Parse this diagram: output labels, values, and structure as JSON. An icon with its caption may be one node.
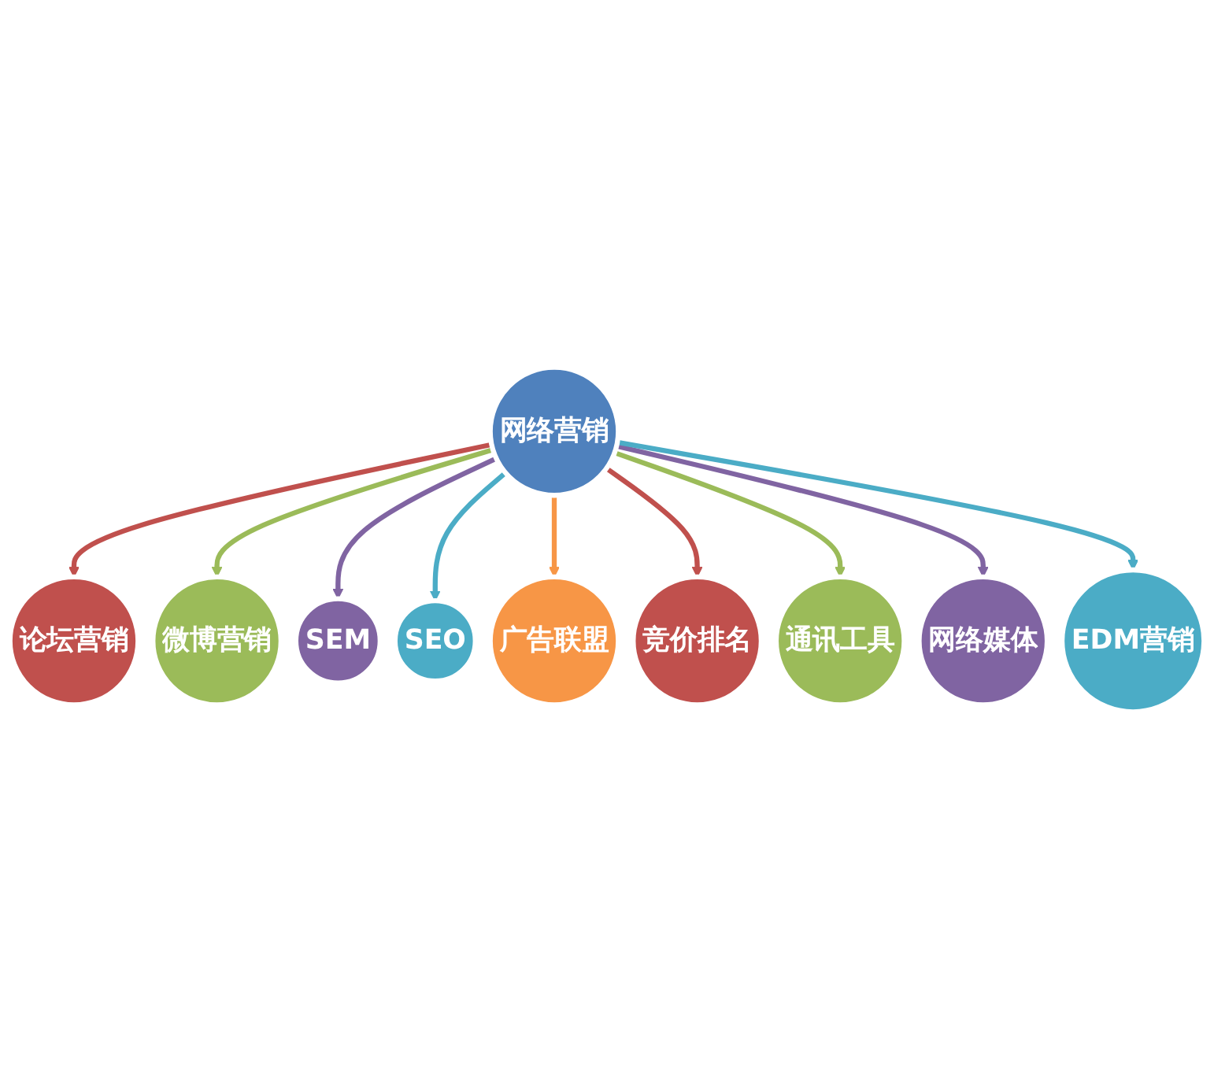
{
  "diagram": {
    "nodes": [
      {
        "text": [
          "论坛营销"
        ]
      },
      {
        "text": [
          "EDM营销"
        ]
      },
      {
        "text": [
          "微博营销"
        ]
      },
      {
        "text": [
          "网络媒体"
        ]
      },
      {
        "text": [
          "网络营销"
        ]
      },
      {
        "text": [
          "SEM"
        ]
      },
      {
        "text": [
          "通讯工具"
        ]
      },
      {
        "text": [
          "SEO"
        ]
      },
      {
        "text": [
          "竞价排名"
        ]
      },
      {
        "text": [
          "广告联盟"
        ]
      }
    ],
    "edges": [
      {
        "from": 4,
        "to": 0,
        "arrow": "to",
        "color": "#c0504d"
      },
      {
        "from": 4,
        "to": 2,
        "arrow": "to",
        "color": "#9bbb59"
      },
      {
        "from": 4,
        "to": 5,
        "arrow": "to",
        "color": "#8064a2"
      },
      {
        "from": 4,
        "to": 7,
        "arrow": "to",
        "color": "#4bacc6"
      },
      {
        "from": 4,
        "to": 9,
        "arrow": "to",
        "color": "#f79646"
      },
      {
        "from": 4,
        "to": 8,
        "arrow": "to",
        "color": "#c0504d"
      },
      {
        "from": 4,
        "to": 6,
        "arrow": "to",
        "color": "#9bbb59"
      },
      {
        "from": 4,
        "to": 3,
        "arrow": "to",
        "color": "#8064a2"
      },
      {
        "from": 4,
        "to": 1,
        "arrow": "to",
        "color": "#4bacc6"
      }
    ]
  }
}
